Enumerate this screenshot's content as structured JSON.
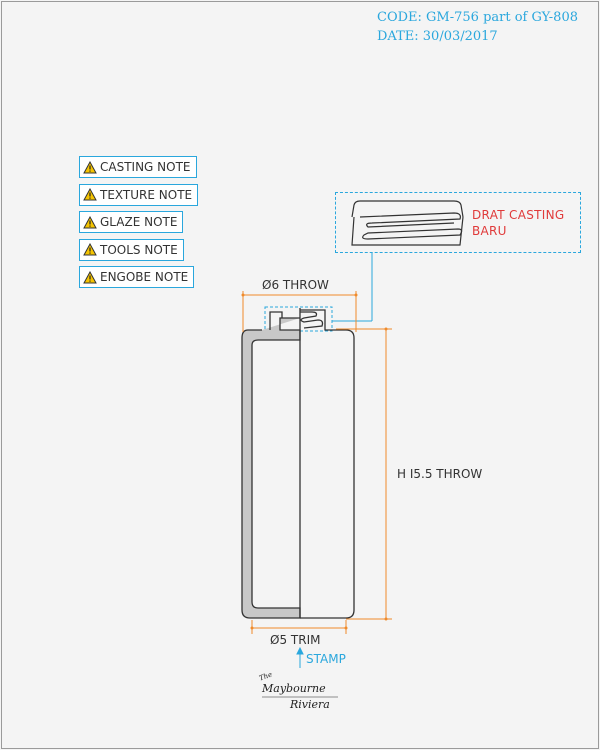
{
  "header": {
    "code": "CODE: GM-756 part of GY-808",
    "date": "DATE: 30/03/2017"
  },
  "notes": [
    {
      "label": "CASTING NOTE",
      "icon": "warning-icon"
    },
    {
      "label": "TEXTURE NOTE",
      "icon": "warning-icon"
    },
    {
      "label": "GLAZE NOTE",
      "icon": "warning-icon"
    },
    {
      "label": "TOOLS NOTE",
      "icon": "warning-icon"
    },
    {
      "label": "ENGOBE NOTE",
      "icon": "warning-icon"
    }
  ],
  "callout": {
    "line1": "DRAT CASTING",
    "line2": "BARU"
  },
  "dimensions": {
    "top_width": "Ø6 THROW",
    "height": "H I5.5 THROW",
    "bottom_width": "Ø5 TRIM"
  },
  "stamp": "STAMP",
  "logo": {
    "line1": "The",
    "line2": "Maybourne",
    "line3": "Riviera"
  },
  "colors": {
    "accent": "#2aa7dd",
    "dimension": "#f08a2a",
    "callout_text": "#e03a3a"
  }
}
